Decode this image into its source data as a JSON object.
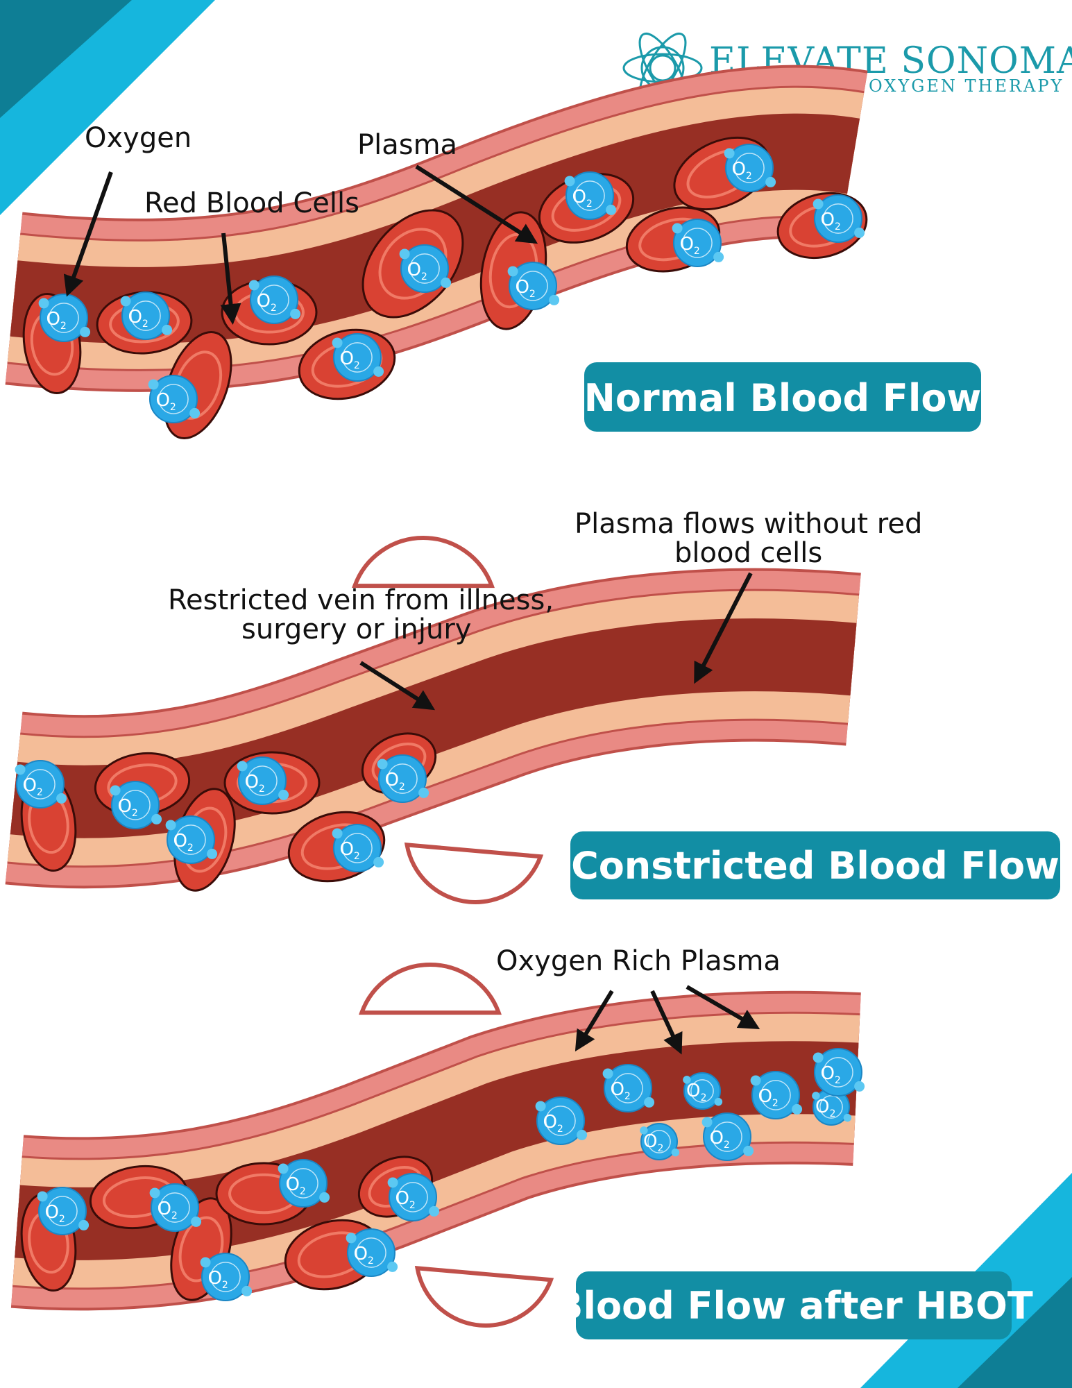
{
  "brand": {
    "name": "ELEVATE SONOMA",
    "tagline": "HYPERBARIC OXYGEN THERAPY",
    "color": "#1b9aaa"
  },
  "colors": {
    "accent_corner": "#16b6dd",
    "accent_corner_dark": "#0e7e95",
    "badge": "#128ea4",
    "vessel_outer": "#e98a84",
    "vessel_inner_wall": "#c0504a",
    "plasma": "#f4bd98",
    "blood": "#972f24",
    "red_cell": "#d94233",
    "oxygen": "#2aa8e6"
  },
  "icons": [
    "oxygen-molecule-icon",
    "red-blood-cell-icon",
    "arrow-icon",
    "atom-logo-icon"
  ],
  "oxygen_label": {
    "main": "O",
    "sub": "2"
  },
  "panels": {
    "normal": {
      "badge": "Normal Blood Flow",
      "labels": {
        "oxygen": "Oxygen",
        "red_cells": "Red Blood Cells",
        "plasma": "Plasma"
      }
    },
    "constricted": {
      "badge": "Constricted Blood Flow",
      "labels": {
        "plasma_line1": "Plasma flows without red",
        "plasma_line2": "blood cells",
        "restricted_line1": "Restricted vein from illness,",
        "restricted_line2": "surgery or  injury"
      }
    },
    "hbot": {
      "badge": "Blood Flow after HBOT",
      "labels": {
        "rich_plasma": "Oxygen Rich Plasma"
      }
    }
  }
}
